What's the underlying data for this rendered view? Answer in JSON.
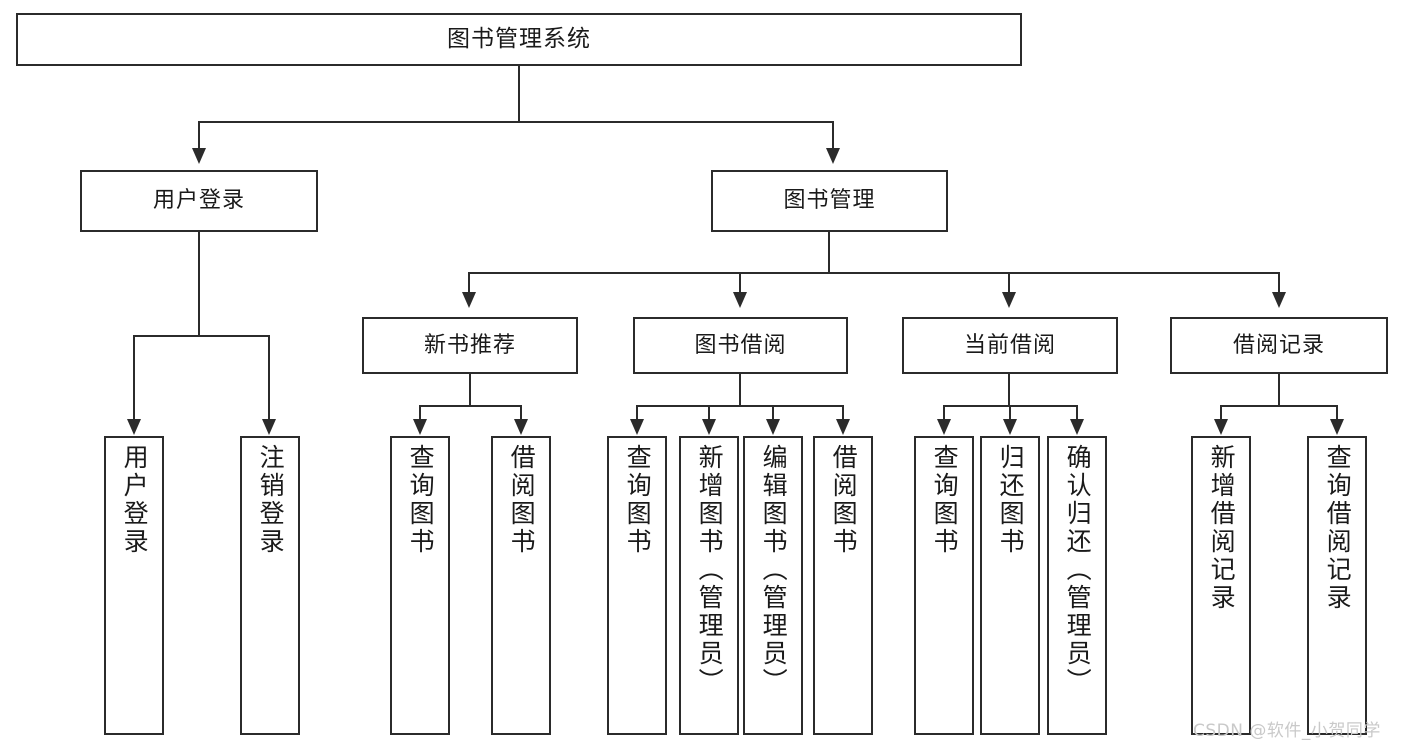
{
  "diagram": {
    "type": "tree",
    "title": "图书管理系统",
    "root": {
      "label": "图书管理系统"
    },
    "level2": [
      {
        "label": "用户登录"
      },
      {
        "label": "图书管理"
      }
    ],
    "level3": [
      {
        "label": "新书推荐"
      },
      {
        "label": "图书借阅"
      },
      {
        "label": "当前借阅"
      },
      {
        "label": "借阅记录"
      }
    ],
    "leaves": {
      "user_login": [
        {
          "label": "用户登录"
        },
        {
          "label": "注销登录"
        }
      ],
      "new_book_recommend": [
        {
          "label": "查询图书"
        },
        {
          "label": "借阅图书"
        }
      ],
      "book_borrow": [
        {
          "label": "查询图书"
        },
        {
          "label": "新增图书（管理员）"
        },
        {
          "label": "编辑图书（管理员）"
        },
        {
          "label": "借阅图书"
        }
      ],
      "current_borrow": [
        {
          "label": "查询图书"
        },
        {
          "label": "归还图书"
        },
        {
          "label": "确认归还（管理员）"
        }
      ],
      "borrow_record": [
        {
          "label": "新增借阅记录"
        },
        {
          "label": "查询借阅记录"
        }
      ]
    }
  },
  "watermark": {
    "text": "CSDN @软件_小贺同学"
  },
  "colors": {
    "stroke": "#2b2b2b",
    "background": "#ffffff",
    "text": "#1a1a1a",
    "watermark": "#c9c9c9"
  }
}
